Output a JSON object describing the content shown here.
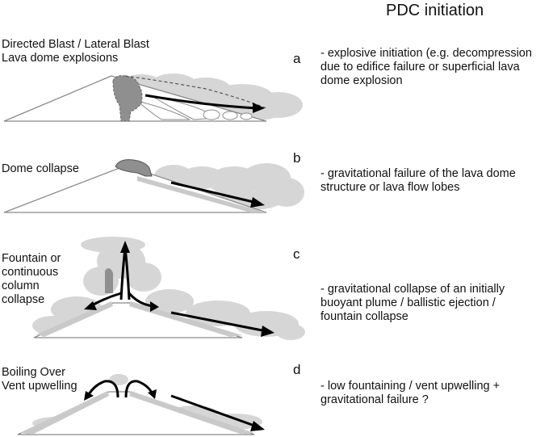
{
  "heading": "PDC initiation",
  "panels": [
    {
      "letter": "a",
      "label": "Directed Blast / Lateral Blast\nLava dome explosions",
      "description": "- explosive initiation (e.g. decompression\ndue to edifice failure or superficial lava\ndome explosion"
    },
    {
      "letter": "b",
      "label": "Dome collapse",
      "description": "- gravitational failure of the lava dome\nstructure or lava flow lobes"
    },
    {
      "letter": "c",
      "label": "Fountain or\ncontinuous\ncolumn\ncollapse",
      "description": "- gravitational collapse of an initially\nbuoyant plume / ballistic ejection /\nfountain collapse"
    },
    {
      "letter": "d",
      "label": "Boiling Over\nVent upwelling",
      "description": "- low fountaining / vent upwelling +\ngravitational failure ?"
    }
  ],
  "colors": {
    "ash_cloud": "#d4d4d4",
    "ash_dark": "#bdbdbd",
    "dome": "#8c8c8c",
    "outline": "#7a7a7a",
    "arrow": "#000000"
  }
}
